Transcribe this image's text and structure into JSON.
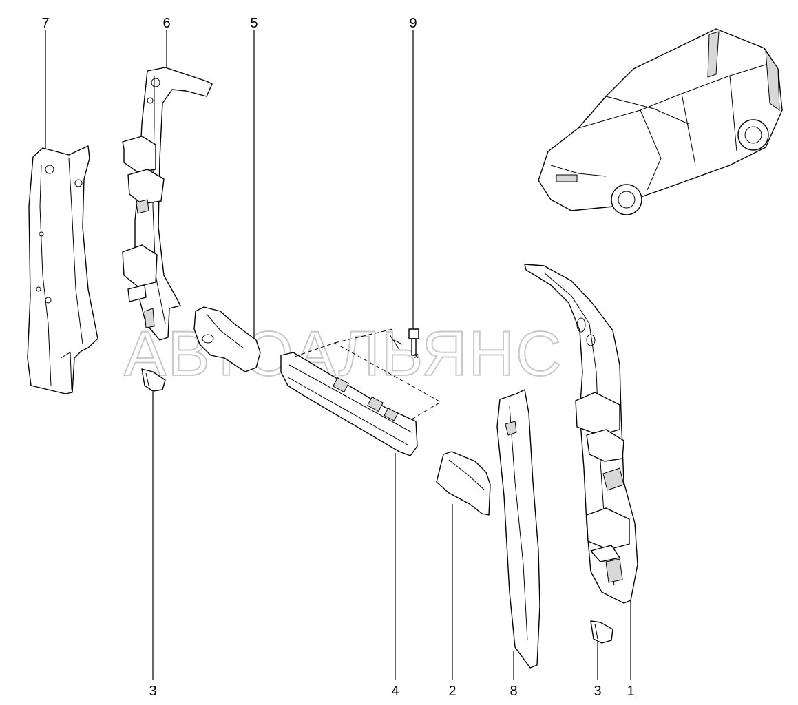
{
  "watermark": "АВТОАЛЬЯНС",
  "callouts": {
    "part_1": "1",
    "part_2": "2",
    "part_3_left": "3",
    "part_3_right": "3",
    "part_4": "4",
    "part_5": "5",
    "part_6": "6",
    "part_7": "7",
    "part_8": "8",
    "part_9": "9"
  },
  "bolt_marker": "x"
}
